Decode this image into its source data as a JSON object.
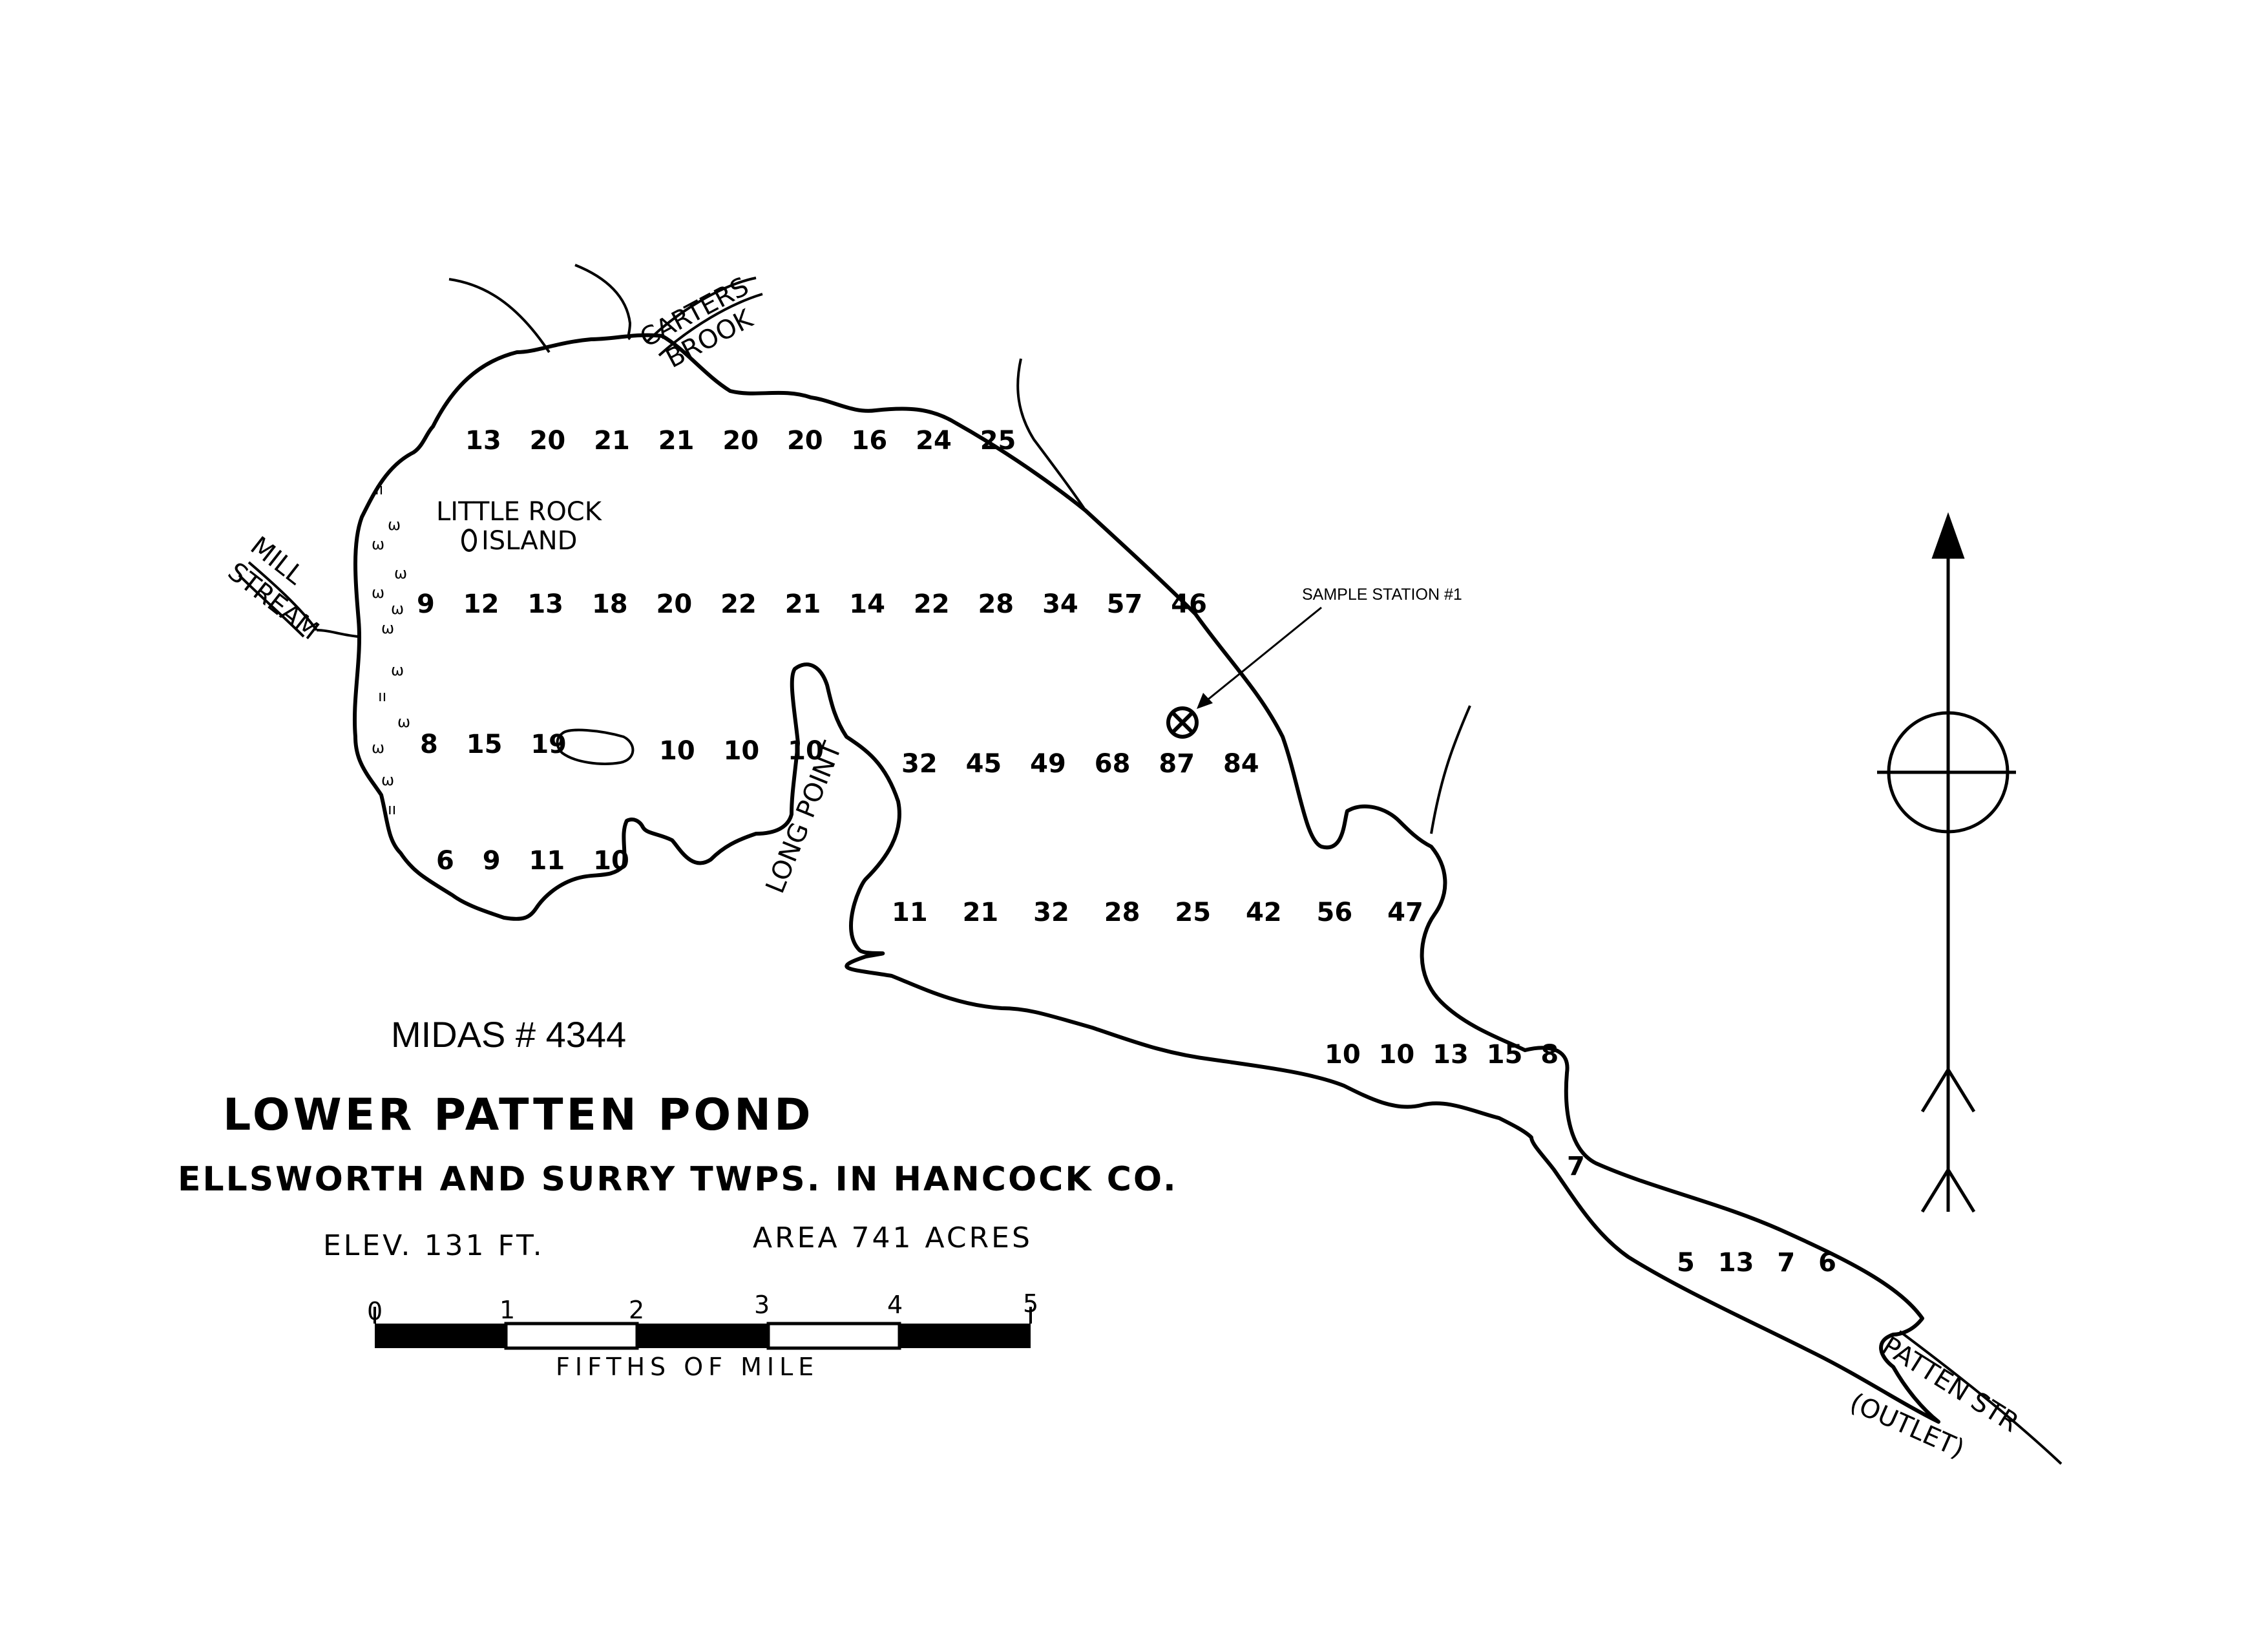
{
  "map": {
    "midas": "MIDAS # 4344",
    "title": "LOWER PATTEN POND",
    "subtitle": "ELLSWORTH AND SURRY TWPS. IN HANCOCK CO.",
    "elevation": "ELEV. 131 FT.",
    "area": "AREA 741 ACRES",
    "sample_station": "SAMPLE STATION #1",
    "scale": {
      "ticks": [
        "0",
        "1",
        "2",
        "3",
        "4",
        "5"
      ],
      "caption": "FIFTHS OF MILE"
    },
    "features": {
      "carters": "CARTERS",
      "brook": "BROOK",
      "mill": "MILL",
      "stream": "STREAM",
      "little_rock": "LITTLE ROCK",
      "island": "ISLAND",
      "long_point": "LONG POINT",
      "patten_str": "PATTEN STR",
      "outlet": "(OUTLET)"
    },
    "depths": {
      "row1": [
        "13",
        "20",
        "21",
        "21",
        "20",
        "20",
        "16",
        "24",
        "25"
      ],
      "row2": [
        "9",
        "12",
        "13",
        "18",
        "20",
        "22",
        "21",
        "14",
        "22",
        "28",
        "34",
        "57",
        "46"
      ],
      "row3a": [
        "8",
        "15",
        "19"
      ],
      "row3b": [
        "10",
        "10",
        "10"
      ],
      "row3c": [
        "32",
        "45",
        "49",
        "68",
        "87",
        "84"
      ],
      "row4a": [
        "6",
        "9",
        "11",
        "10"
      ],
      "row4b": [
        "11",
        "21",
        "32",
        "28",
        "25",
        "42",
        "56",
        "47"
      ],
      "row5": [
        "10",
        "10",
        "13",
        "15",
        "8"
      ],
      "row6": [
        "7"
      ],
      "row7": [
        "5",
        "13",
        "7",
        "6"
      ]
    }
  }
}
